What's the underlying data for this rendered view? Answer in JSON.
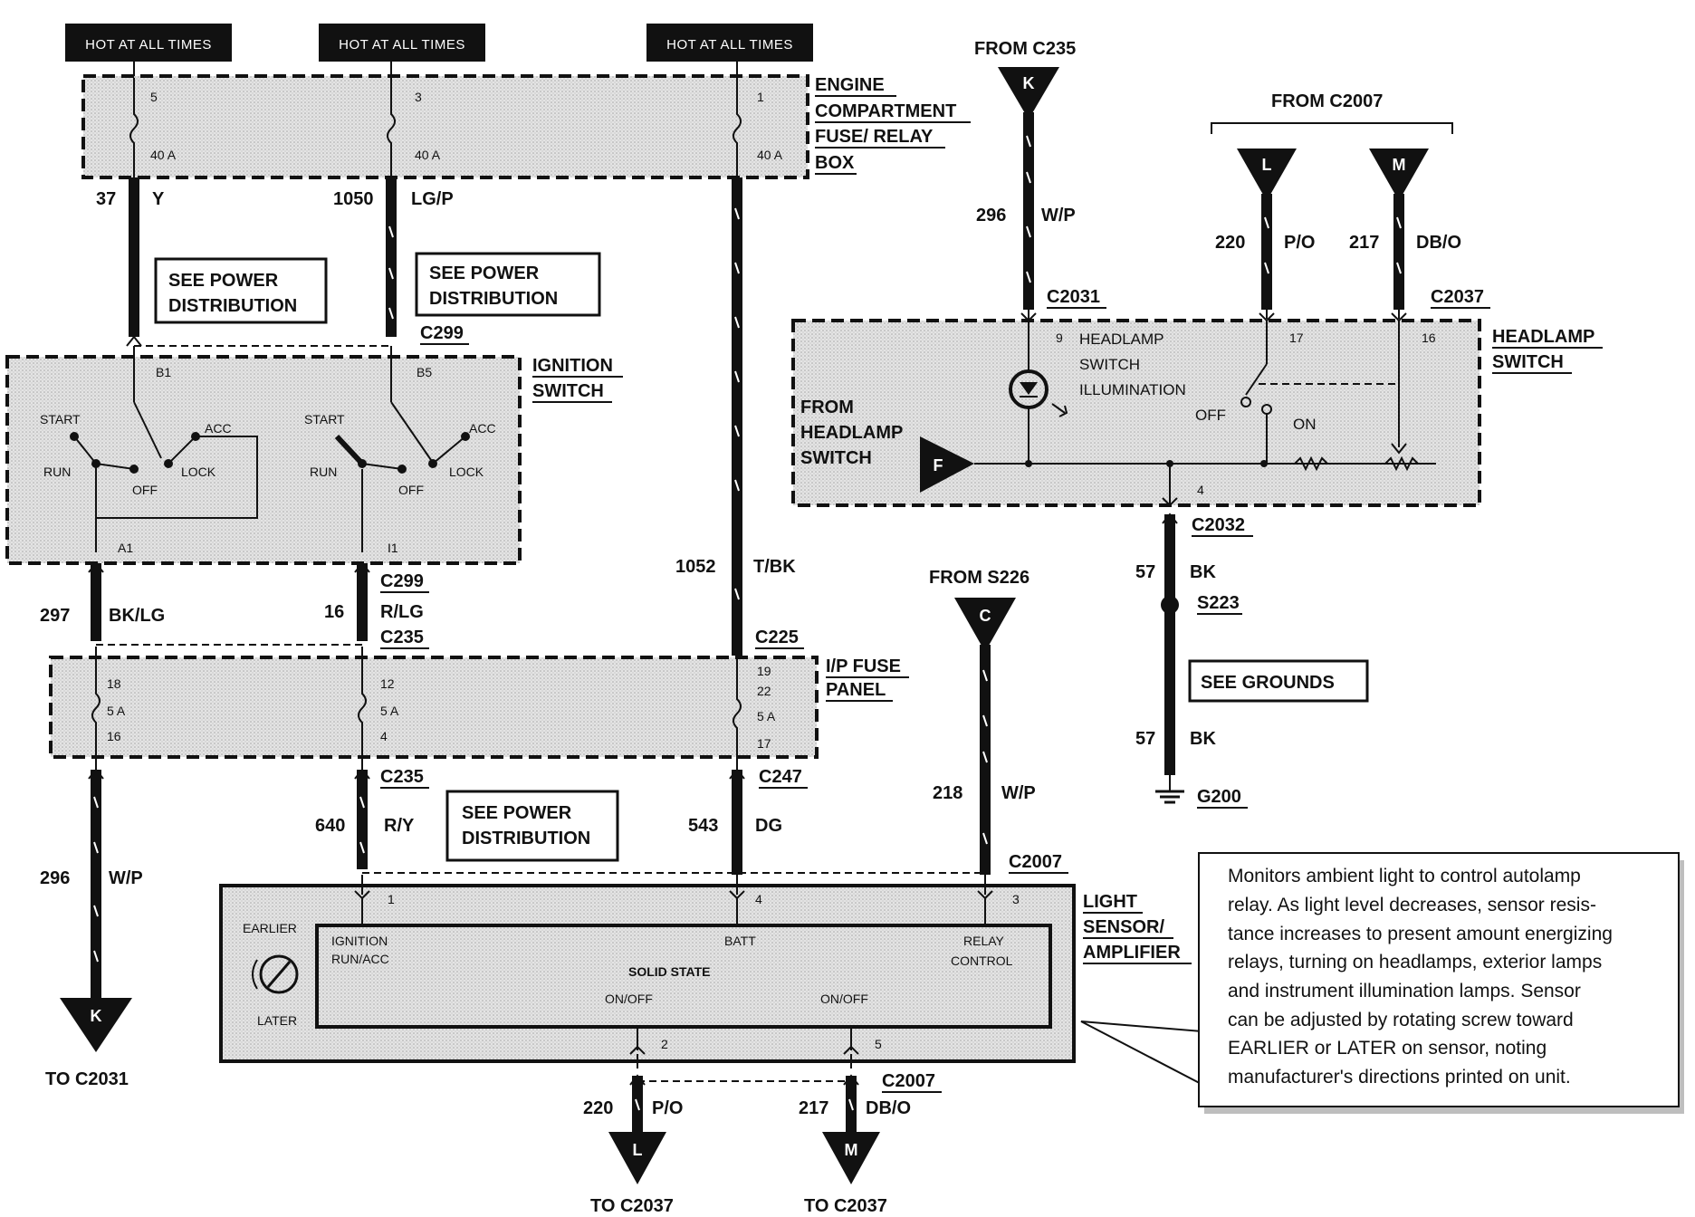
{
  "hot_labels": [
    "HOT AT ALL TIMES",
    "HOT AT ALL TIMES",
    "HOT AT ALL TIMES"
  ],
  "engine_box": {
    "lines": [
      "ENGINE",
      "COMPARTMENT",
      "FUSE/ RELAY",
      "BOX"
    ]
  },
  "fuses_top": [
    {
      "num": "5",
      "amp": "40 A"
    },
    {
      "num": "3",
      "amp": "40 A"
    },
    {
      "num": "1",
      "amp": "40 A"
    }
  ],
  "wires_top": [
    {
      "num": "37",
      "color": "Y"
    },
    {
      "num": "1050",
      "color": "LG/P"
    },
    {
      "num": "1052",
      "color": "T/BK"
    }
  ],
  "see_power": [
    "SEE POWER",
    "DISTRIBUTION"
  ],
  "connectors": {
    "c299": "C299",
    "c235": "C235",
    "c225": "C225",
    "c247": "C247",
    "c2007": "C2007",
    "c2031": "C2031",
    "c2037": "C2037",
    "c2032": "C2032",
    "s223": "S223",
    "g200": "G200"
  },
  "ignition": {
    "title": [
      "IGNITION",
      "SWITCH"
    ],
    "left": {
      "top": "B1",
      "bottom": "A1",
      "start": "START",
      "run": "RUN",
      "off": "OFF",
      "lock": "LOCK",
      "acc": "ACC"
    },
    "right": {
      "top": "B5",
      "bottom": "I1",
      "start": "START",
      "run": "RUN",
      "off": "OFF",
      "lock": "LOCK",
      "acc": "ACC"
    }
  },
  "mid_wires": [
    {
      "num": "297",
      "color": "BK/LG"
    },
    {
      "num": "16",
      "color": "R/LG"
    }
  ],
  "ip_fuse": {
    "title": [
      "I/P FUSE",
      "PANEL"
    ],
    "f1": {
      "top": "18",
      "amp": "5 A",
      "bottom": "16"
    },
    "f2": {
      "top": "12",
      "amp": "5 A",
      "bottom": "4"
    },
    "f3": {
      "top": "19",
      "mid": "22",
      "amp": "5 A",
      "bottom": "17"
    }
  },
  "lower_wires": [
    {
      "num": "296",
      "color": "W/P"
    },
    {
      "num": "640",
      "color": "R/Y"
    },
    {
      "num": "543",
      "color": "DG"
    },
    {
      "num": "218",
      "color": "W/P"
    }
  ],
  "to_c2031": "TO C2031",
  "k_letter": "K",
  "from_c235": "FROM C235",
  "from_c2007": "FROM C2007",
  "from_s226": "FROM S226",
  "headlamp_wires": [
    {
      "num": "296",
      "color": "W/P"
    },
    {
      "num": "220",
      "color": "P/O"
    },
    {
      "num": "217",
      "color": "DB/O"
    }
  ],
  "headlamp": {
    "title": [
      "HEADLAMP",
      "SWITCH"
    ],
    "illum": [
      "HEADLAMP",
      "SWITCH",
      "ILLUMINATION"
    ],
    "from": [
      "FROM",
      "HEADLAMP",
      "SWITCH"
    ],
    "pins": {
      "p9": "9",
      "p17": "17",
      "p16": "16",
      "p4": "4"
    },
    "off": "OFF",
    "on": "ON",
    "f_letter": "F"
  },
  "ground": {
    "w1": {
      "num": "57",
      "color": "BK"
    },
    "w2": {
      "num": "57",
      "color": "BK"
    },
    "see": "SEE GROUNDS"
  },
  "sensor": {
    "title": [
      "LIGHT",
      "SENSOR/",
      "AMPLIFIER"
    ],
    "earlier": "EARLIER",
    "later": "LATER",
    "ign": [
      "IGNITION",
      "RUN/ACC"
    ],
    "batt": "BATT",
    "relay": [
      "RELAY",
      "CONTROL"
    ],
    "solid": "SOLID  STATE",
    "onoff1": "ON/OFF",
    "onoff2": "ON/OFF",
    "pins": {
      "p1": "1",
      "p4": "4",
      "p3": "3",
      "p2": "2",
      "p5": "5"
    }
  },
  "out_wires": [
    {
      "num": "220",
      "color": "P/O",
      "letter": "L",
      "to": "TO C2037"
    },
    {
      "num": "217",
      "color": "DB/O",
      "letter": "M",
      "to": "TO C2037"
    }
  ],
  "letters": {
    "c": "C",
    "l": "L",
    "m": "M"
  },
  "note": [
    "Monitors ambient light to control autolamp",
    "relay.  As light level decreases, sensor resis-",
    "tance increases to present amount energizing",
    "relays, turning on headlamps, exterior lamps",
    "and instrument illumination lamps.  Sensor",
    "can be adjusted by rotating screw toward",
    "EARLIER or LATER on sensor, noting",
    "manufacturer's directions printed on unit."
  ]
}
